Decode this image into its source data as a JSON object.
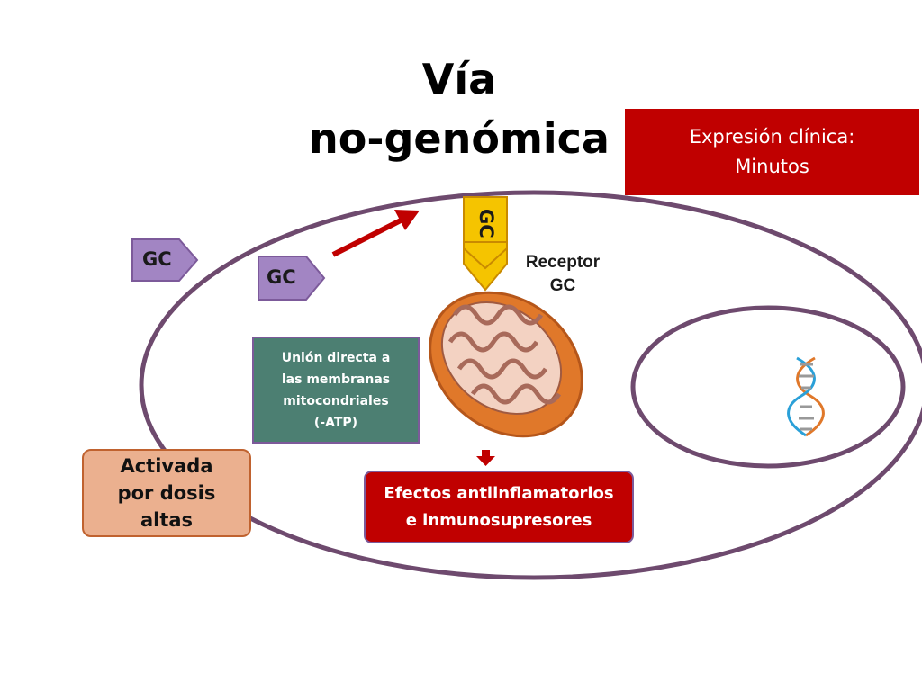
{
  "title": {
    "line1": "Vía",
    "line2": "no-genómica"
  },
  "clinical": {
    "line1": "Expresión clínica:",
    "line2": "Minutos"
  },
  "gc_tag": {
    "outside": "GC",
    "inner": "GC",
    "receptor_tab": "GC"
  },
  "receptor": {
    "line1": "Receptor",
    "line2": "GC"
  },
  "union": {
    "line1": "Unión directa a",
    "line2": "las membranas",
    "line3": "mitocondriales",
    "line4": "(-ATP)"
  },
  "activada": {
    "line1": "Activada",
    "line2": "por dosis",
    "line3": "altas"
  },
  "efectos": {
    "line1": "Efectos antiinflamatorios",
    "line2": "e inmunosupresores"
  },
  "colors": {
    "cell_outline": "#6e4a6e",
    "gc_tag_fill": "#a285c3",
    "gc_tag_border": "#7c5a9a",
    "receptor_fill": "#f5c400",
    "accent_red": "#c00000",
    "union_fill": "#4c7f72",
    "activada_fill": "#ebb08f"
  }
}
